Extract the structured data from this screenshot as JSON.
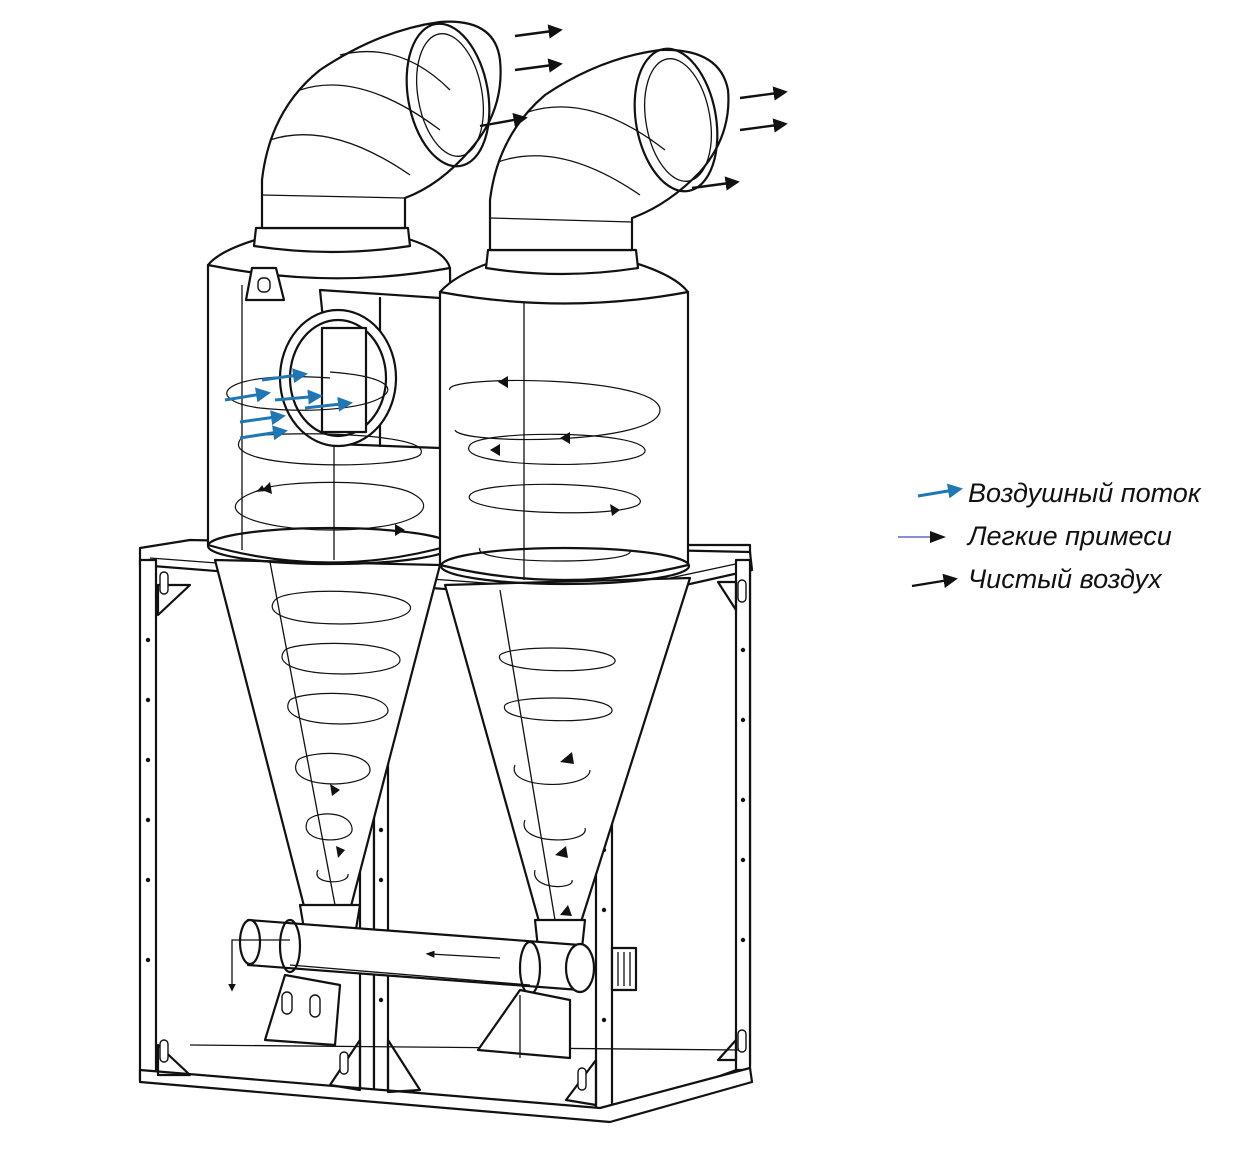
{
  "legend": {
    "items": [
      {
        "label": "Воздушный поток",
        "icon": "blue-arrow-icon",
        "color": "#1f77b4"
      },
      {
        "label": "Легкие примеси",
        "icon": "thin-arrow-icon",
        "color": "#3b4fb0"
      },
      {
        "label": "Чистый воздух",
        "icon": "black-arrow-icon",
        "color": "#111111"
      }
    ]
  },
  "colors": {
    "air_flow": "#1f77b4",
    "light_impurities": "#3b4fb0",
    "clean_air": "#111111",
    "outline": "#111111"
  }
}
